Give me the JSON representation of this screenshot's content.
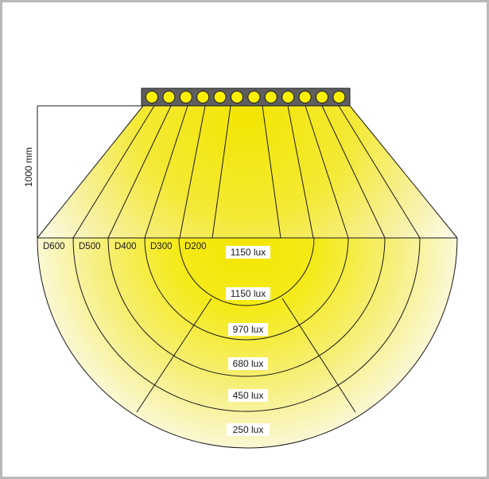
{
  "diagram": {
    "distance_label": "1000 mm",
    "diameter_labels": [
      "D600",
      "D500",
      "D400",
      "D300",
      "D200"
    ],
    "lux_labels": [
      "1150 lux",
      "1150 lux",
      "970 lux",
      "680 lux",
      "450 lux",
      "250 lux"
    ],
    "led_count": 12,
    "colors": {
      "light": "#f3e600",
      "led_fill": "#fff000",
      "fixture": "#5f5f5f",
      "line": "#1a1a1a",
      "frame": "#b9b9b9"
    }
  }
}
